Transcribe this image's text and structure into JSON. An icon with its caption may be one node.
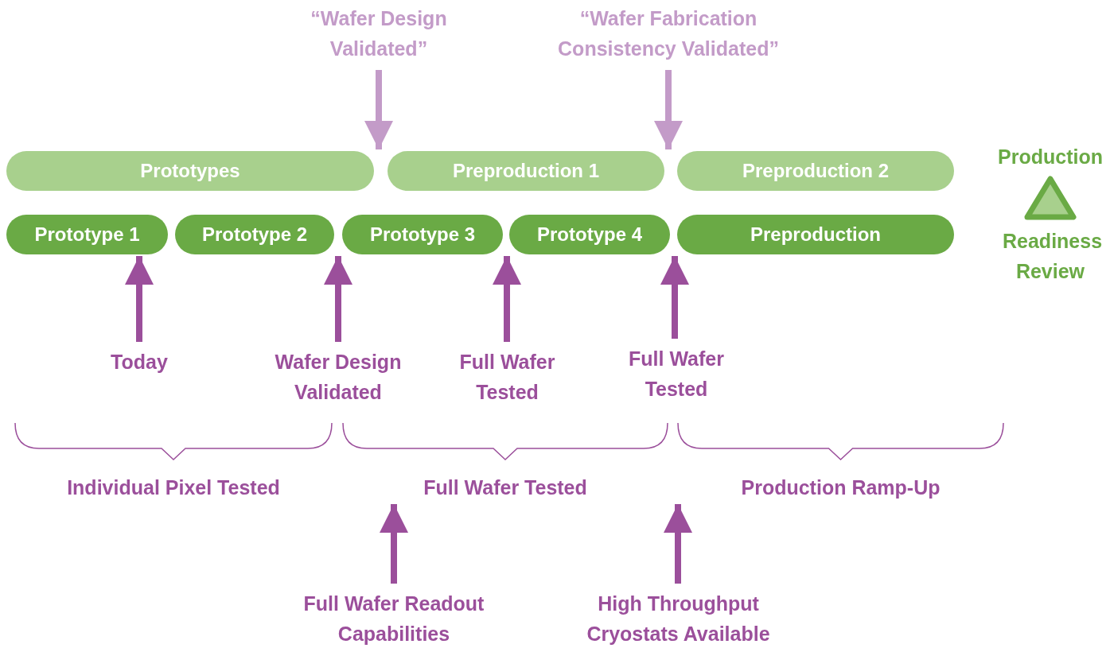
{
  "diagram": {
    "nodes": [
      {
        "text": [
          "“Wafer Design Validated”"
        ]
      },
      {
        "text": [
          "“Wafer Fabrication Consistency Validated”"
        ]
      },
      {
        "text": [
          "Prototypes"
        ]
      },
      {
        "text": [
          "Preproduction 1"
        ]
      },
      {
        "text": [
          "Preproduction 2"
        ]
      },
      {
        "text": [
          "Production",
          "Readiness Review"
        ]
      },
      {
        "text": [
          "Prototype 1"
        ]
      },
      {
        "text": [
          "Prototype 2"
        ]
      },
      {
        "text": [
          "Prototype 3"
        ]
      },
      {
        "text": [
          "Prototype 4"
        ]
      },
      {
        "text": [
          "Preproduction"
        ]
      },
      {
        "text": [
          "Today"
        ]
      },
      {
        "text": [
          "Wafer Design Validated"
        ]
      },
      {
        "text": [
          "Full Wafer Tested"
        ]
      },
      {
        "text": [
          "Full Wafer Tested"
        ]
      },
      {
        "text": [
          "Full Wafer Readout Capabilities"
        ]
      },
      {
        "text": [
          "High Throughput Cryostats Available"
        ]
      },
      {
        "text": [
          "Individual Pixel Tested"
        ]
      },
      {
        "text": [
          "Full Wafer Tested"
        ]
      },
      {
        "text": [
          "Production Ramp-Up"
        ]
      }
    ],
    "edges": [
      {
        "from": 0,
        "to": 3,
        "arrow": "to",
        "color": "#c39bc8"
      },
      {
        "from": 1,
        "to": 3,
        "arrow": "to",
        "color": "#c39bc8"
      },
      {
        "from": 11,
        "to": 6,
        "arrow": "to"
      },
      {
        "from": 12,
        "to": 7,
        "arrow": "to"
      },
      {
        "from": 13,
        "to": 8,
        "arrow": "to"
      },
      {
        "from": 14,
        "to": 9,
        "arrow": "to"
      },
      {
        "from": 15,
        "to": 18,
        "arrow": "to"
      },
      {
        "from": 16,
        "to": 19,
        "arrow": "to"
      }
    ]
  }
}
